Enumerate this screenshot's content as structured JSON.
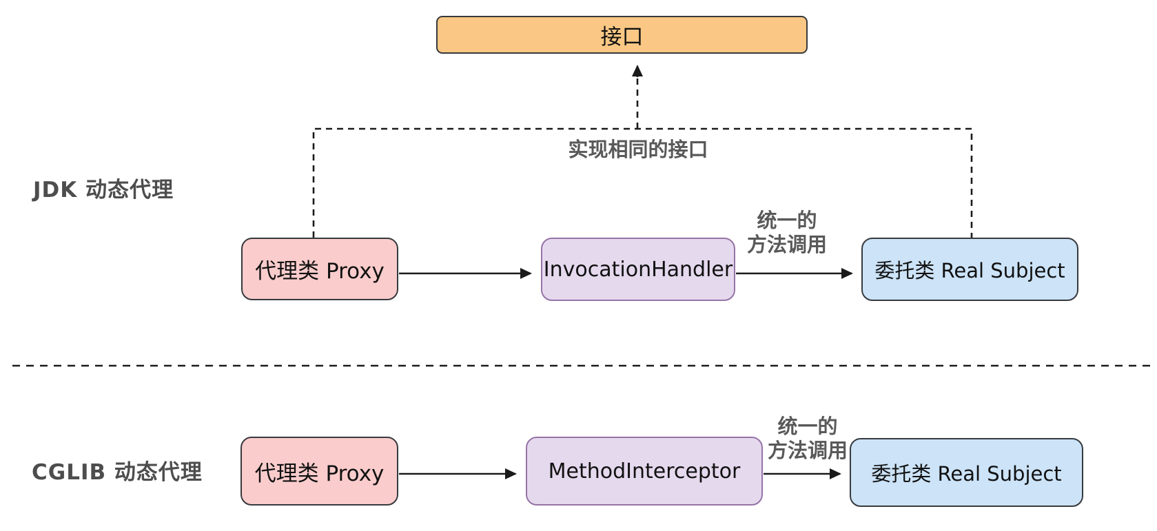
{
  "diagram": {
    "title_hint": "JDK vs CGLIB dynamic proxy structure diagram",
    "interface_box": {
      "label": "接口"
    },
    "shared_interface_label": "实现相同的接口",
    "jdk": {
      "section_label": "JDK 动态代理",
      "proxy_label": "代理类 Proxy",
      "handler_label": "InvocationHandler",
      "delegate_label": "委托类 Real Subject",
      "call_label_line1": "统一的",
      "call_label_line2": "方法调用"
    },
    "cglib": {
      "section_label": "CGLIB 动态代理",
      "proxy_label": "代理类 Proxy",
      "handler_label": "MethodInterceptor",
      "delegate_label": "委托类 Real Subject",
      "call_label_line1": "统一的",
      "call_label_line2": "方法调用"
    },
    "colors": {
      "bg": "#FFFFFF",
      "orange_fill": "#FAC884",
      "pink_fill": "#FACCCC",
      "purple_fill": "#E5D9EE",
      "purple_stroke": "#9673A6",
      "blue_fill": "#CCE3F8",
      "dark_stroke": "#36393D",
      "line_black": "#1A1A1A",
      "label_gray": "#4D4D4D",
      "annotation_gray": "#595959"
    }
  }
}
